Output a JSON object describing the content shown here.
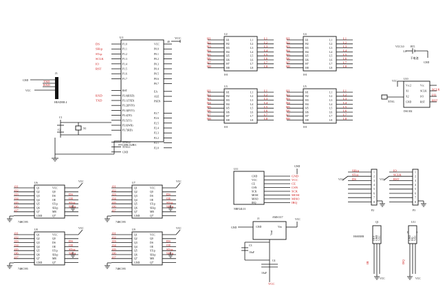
{
  "mcu": {
    "ref": "U1",
    "part": "STC89C52RC",
    "vcc": "VCC",
    "pin40": "40",
    "left_pins": [
      "P1.0",
      "P1.1",
      "P1.2",
      "P1.3",
      "P1.4",
      "P1.5",
      "P1.6",
      "P1.7",
      "RST",
      "P3.0(RXD)",
      "P3.1(TXD)",
      "P3.2(INT0)",
      "P3.3(INT1)",
      "P3.4(T0)",
      "P3.5(T1)",
      "P3.6(WR)",
      "P3.7(RD)",
      "XTAL2",
      "XTAL1",
      "GND"
    ],
    "left_nums": [
      "1",
      "2",
      "3",
      "4",
      "5",
      "6",
      "7",
      "8",
      "9",
      "10",
      "11",
      "12",
      "13",
      "14",
      "15",
      "16",
      "17",
      "18",
      "19",
      "20"
    ],
    "left_nets": [
      "DS",
      "SHcp",
      "STcp",
      "SCLK",
      "IO",
      "RST",
      "",
      "",
      "",
      "RXD",
      "TXD",
      "",
      "",
      "",
      "",
      "",
      "",
      "",
      "",
      ""
    ],
    "right_pins": [
      "VCC",
      "P0.0",
      "P0.1",
      "P0.2",
      "P0.3",
      "P0.4",
      "P0.5",
      "P0.6",
      "P0.7",
      "EA",
      "ALE",
      "PSEN",
      "P2.7",
      "P2.6",
      "P2.5",
      "P2.4",
      "P2.3",
      "P2.2",
      "P2.1",
      "P2.0"
    ],
    "right_nets": [
      "",
      "",
      "",
      "",
      "",
      "",
      "",
      "",
      "",
      "",
      "",
      "",
      "",
      "",
      "",
      "",
      "",
      "",
      "",
      ""
    ],
    "xtal_labels": [
      "XTAL2",
      "XTAL1"
    ],
    "cap1": "C1",
    "cap2": "C2",
    "crystal": "X1"
  },
  "header": {
    "ref": "J3",
    "part": "HEADER 4",
    "label": "P5",
    "nets": [
      "TXD",
      "RXD"
    ],
    "vcc": "VCC",
    "gnd": "GND"
  },
  "drivers": [
    {
      "ref": "U2",
      "label": "8-8",
      "left": [
        "H1",
        "H2",
        "H3",
        "H4",
        "H5",
        "H6",
        "H7",
        "H8"
      ],
      "right": [
        "L1",
        "L2",
        "L3",
        "L4",
        "L5",
        "L6",
        "L7",
        "L8"
      ]
    },
    {
      "ref": "U4",
      "label": "8-8",
      "left": [
        "H1",
        "H2",
        "H3",
        "H4",
        "H5",
        "H6",
        "H7",
        "H8"
      ],
      "right": [
        "L1",
        "L2",
        "L3",
        "L4",
        "L5",
        "L6",
        "L7",
        "L8"
      ]
    },
    {
      "ref": "U3",
      "label": "8-8",
      "left": [
        "H1",
        "H2",
        "H3",
        "H4",
        "H5",
        "H6",
        "H7",
        "H8"
      ],
      "right": [
        "L1",
        "L2",
        "L3",
        "L4",
        "L5",
        "L6",
        "L7",
        "L8"
      ]
    },
    {
      "ref": "U5",
      "label": "8-8",
      "left": [
        "H1",
        "H2",
        "H3",
        "H4",
        "H5",
        "H6",
        "H7",
        "H8"
      ],
      "right": [
        "L1",
        "L2",
        "L3",
        "L4",
        "L5",
        "L6",
        "L7",
        "L8"
      ]
    }
  ],
  "shift_regs": [
    {
      "ref": "U6",
      "part": "74HC595"
    },
    {
      "ref": "U7",
      "part": "74HC595"
    },
    {
      "ref": "U8",
      "part": "74HC595"
    },
    {
      "ref": "U9",
      "part": "74HC595"
    }
  ],
  "sr_pins_left": [
    "Q1",
    "Q2",
    "Q3",
    "Q4",
    "Q5",
    "Q6",
    "Q7",
    "GND"
  ],
  "sr_pins_right": [
    "VCC",
    "Q0",
    "DS",
    "OE",
    "STcp",
    "SHcp",
    "MR",
    "Q7'"
  ],
  "radio": {
    "ref": "U11",
    "part": "NRF24L01",
    "pins": [
      "GND",
      "VCC",
      "CE",
      "CSN",
      "SCK",
      "MOSI",
      "MISO",
      "IRQ"
    ],
    "nets": [
      "GND",
      "VCC",
      "CE",
      "CSN",
      "SCK",
      "MOSI",
      "MISO",
      "IRQ"
    ]
  },
  "rtc": {
    "ref": "U10",
    "part": "DS1302",
    "pins_left": [
      "Vcc2",
      "X1",
      "X2",
      "GND"
    ],
    "pins_right": [
      "Vcc",
      "SCLK",
      "I/O",
      "RST"
    ],
    "nets": [
      "SCLK",
      "I/O",
      "RST"
    ],
    "vcc": "VCC",
    "crystal": "XTAL"
  },
  "battery": {
    "ref": "BT1",
    "value": "3.0",
    "label": "干电池",
    "vcc": "VCC3.0",
    "gnd": "GND"
  },
  "regulator": {
    "ref": "J1",
    "part": "AMS1117",
    "pins": [
      "GND",
      "Vin",
      "Vout"
    ],
    "c3": "C3",
    "c3v": "10uF",
    "c4": "C4",
    "c4v": "10uF",
    "gnd": "GND",
    "vcc": "VCC"
  },
  "conn_p2": {
    "ref": "P2",
    "nets": [
      "SHcp",
      "STcp",
      "DS"
    ],
    "nums": [
      "1",
      "2",
      "3",
      "4",
      "5",
      "6",
      "7",
      "8"
    ],
    "vcc": "VCC",
    "gnd": "GND"
  },
  "conn_p3": {
    "ref": "P3",
    "nets": [
      "IO",
      "SCLK",
      "RST"
    ],
    "nums": [
      "1",
      "2",
      "3",
      "4",
      "5",
      "6",
      "7",
      "8"
    ],
    "vcc": "VCC",
    "gnd": "GND"
  },
  "sensors": [
    {
      "ref": "Q1",
      "part": "HS0038B",
      "pins": [
        "OUT",
        "GND",
        "VCC"
      ],
      "net": "IR"
    },
    {
      "ref": "U11",
      "part": "DS18B20",
      "pins": [
        "GND",
        "DQ",
        "VCC"
      ],
      "net": "DQ"
    }
  ],
  "gnd_label": "GND"
}
